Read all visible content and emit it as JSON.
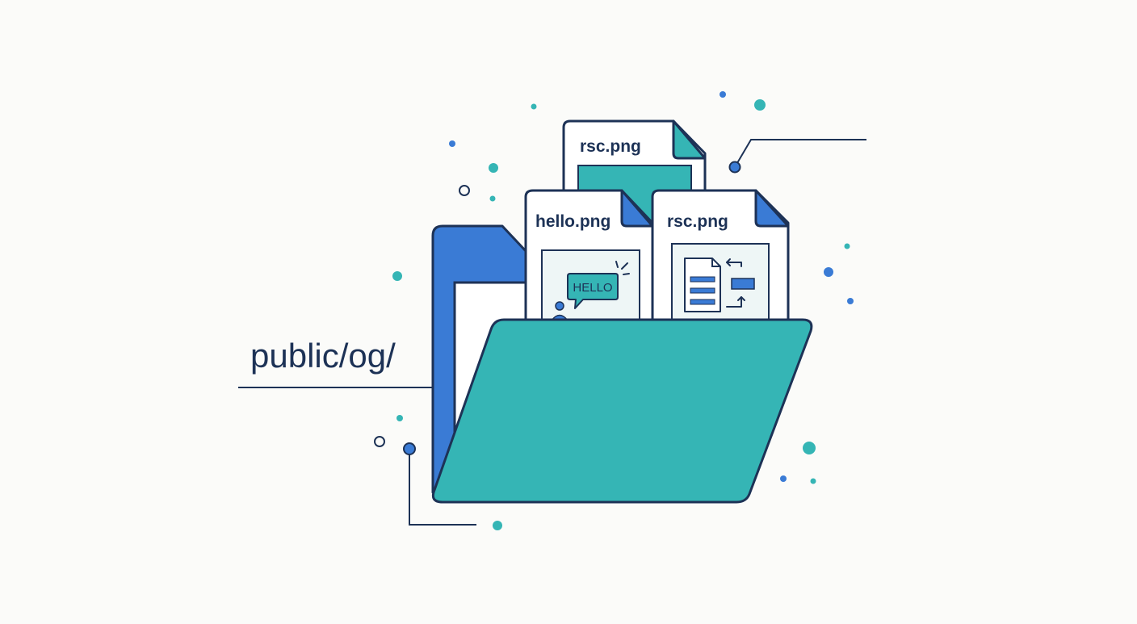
{
  "directory": {
    "path": "public/og/"
  },
  "files": [
    {
      "name": "rsc.png"
    },
    {
      "name": "hello.png",
      "preview_text": "HELLO"
    },
    {
      "name": "rsc.png"
    }
  ],
  "colors": {
    "navy": "#1d3256",
    "blue": "#3a7bd5",
    "teal": "#35b5b5",
    "paper": "#ffffff",
    "preview_bg": "#eef6f6",
    "background": "#fbfbf9"
  }
}
